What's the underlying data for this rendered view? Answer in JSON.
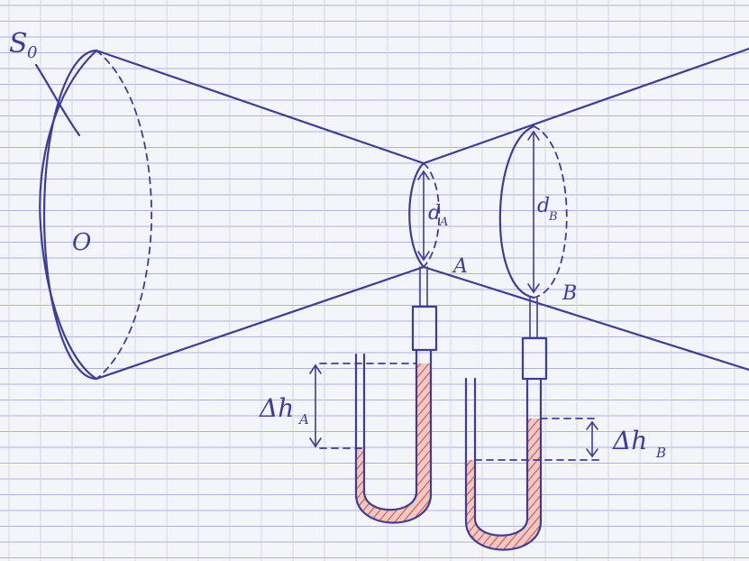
{
  "labels": {
    "source": "S",
    "source_sub": "0",
    "origin": "O",
    "point_a": "A",
    "point_b": "B",
    "diam_a": "d",
    "diam_a_sub": "A",
    "diam_b": "d",
    "diam_b_sub": "B",
    "dh_a": "Δh",
    "dh_a_sub": "A",
    "dh_b": "Δh",
    "dh_b_sub": "B"
  },
  "colors": {
    "paper": "#f4f4fb",
    "grid_line": "#aeb3d6",
    "margin_line": "#c9c9e3",
    "ink": "#3d3d99",
    "liquid": "#d9584f"
  }
}
